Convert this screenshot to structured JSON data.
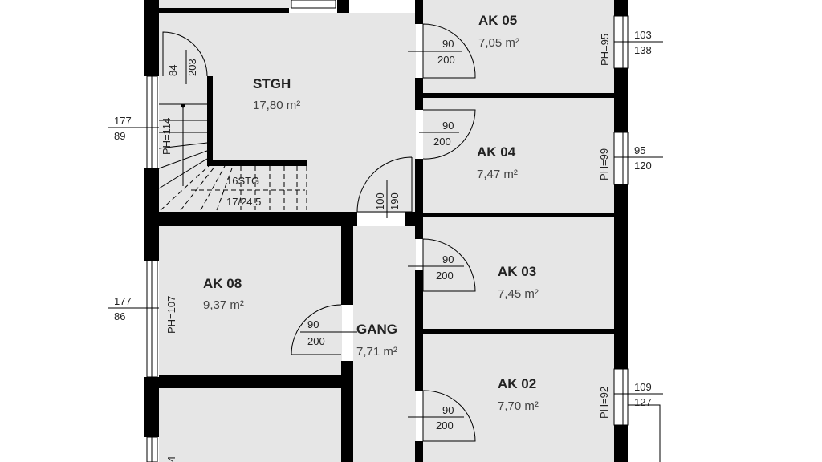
{
  "rooms": [
    {
      "name": "STGH",
      "area": "17,80 m²"
    },
    {
      "name": "AK 05",
      "area": "7,05 m²"
    },
    {
      "name": "AK 04",
      "area": "7,47 m²"
    },
    {
      "name": "AK 03",
      "area": "7,45 m²"
    },
    {
      "name": "AK 02",
      "area": "7,70 m²"
    },
    {
      "name": "AK 08",
      "area": "9,37 m²"
    },
    {
      "name": "GANG",
      "area": "7,71 m²"
    }
  ],
  "stair": {
    "steps": "16STG",
    "ratio": "17/24,5",
    "parapet": "PH=114"
  },
  "doors": [
    {
      "w": "84",
      "h": "203"
    },
    {
      "w": "100",
      "h": "190"
    },
    {
      "w": "90",
      "h": "200"
    }
  ],
  "windows": [
    {
      "ph": "PH=95",
      "top": "103",
      "bottom": "138"
    },
    {
      "ph": "PH=99",
      "top": "95",
      "bottom": "120"
    },
    {
      "ph": "PH=92",
      "top": "109",
      "bottom": "127"
    },
    {
      "ph": "PH=107",
      "top": "177",
      "bottom": "86"
    },
    {
      "top": "177",
      "bottom": "89"
    }
  ],
  "partial_label": "4"
}
